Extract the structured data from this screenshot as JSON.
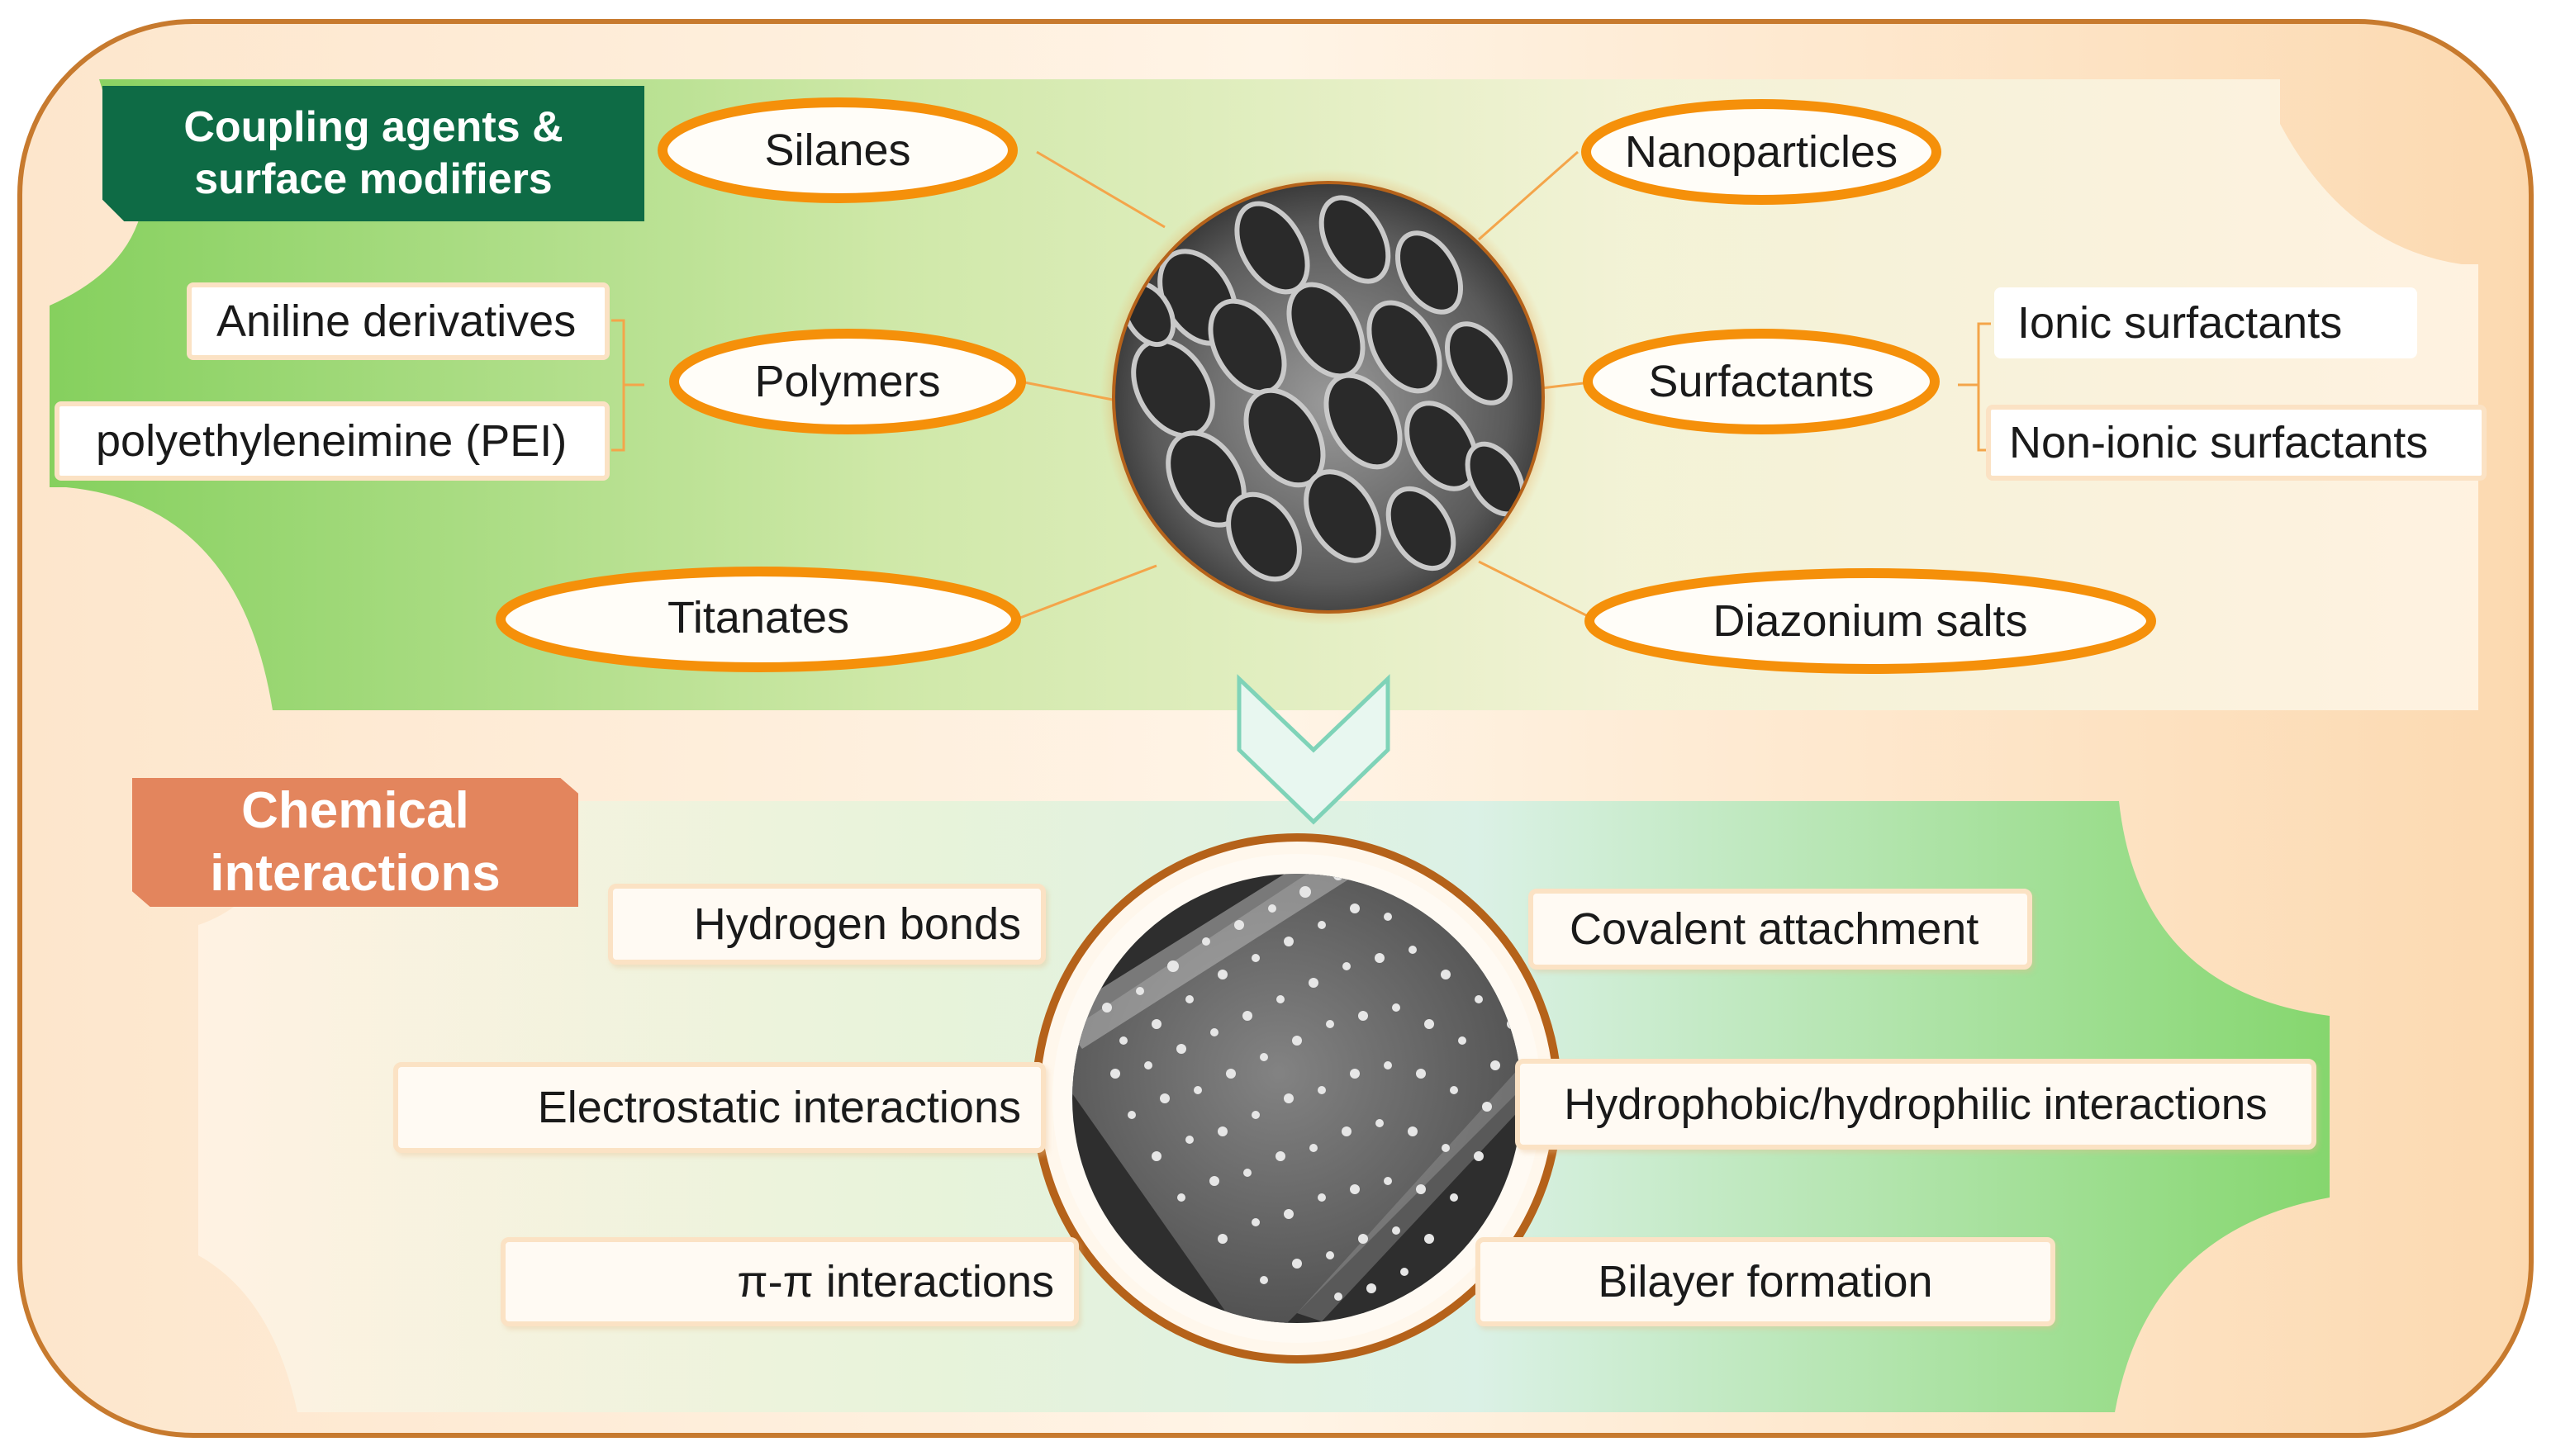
{
  "coupling": {
    "title_line1": "Coupling agents &",
    "title_line2": "surface modifiers",
    "items": {
      "silanes": "Silanes",
      "nanoparticles": "Nanoparticles",
      "polymers": "Polymers",
      "surfactants": "Surfactants",
      "titanates": "Titanates",
      "diazonium": "Diazonium salts"
    },
    "polymer_examples": [
      "Aniline derivatives",
      "polyethyleneimine (PEI)"
    ],
    "surfactant_types": [
      "Ionic surfactants",
      "Non-ionic surfactants"
    ]
  },
  "chemical": {
    "title_line1": "Chemical",
    "title_line2": "interactions",
    "items": {
      "hydrogen": "Hydrogen bonds",
      "covalent": "Covalent attachment",
      "electrostatic": "Electrostatic interactions",
      "hydrophobic": "Hydrophobic/hydrophilic interactions",
      "pipi": "π-π interactions",
      "bilayer": "Bilayer formation"
    }
  },
  "colors": {
    "frame_border": "#c77a2e",
    "ellipse_border": "#f5900a",
    "green_banner": "#0e6b45",
    "orange_banner": "#e3855d",
    "green_band": "#8ad46a",
    "arrow": "#7fd3b8"
  }
}
